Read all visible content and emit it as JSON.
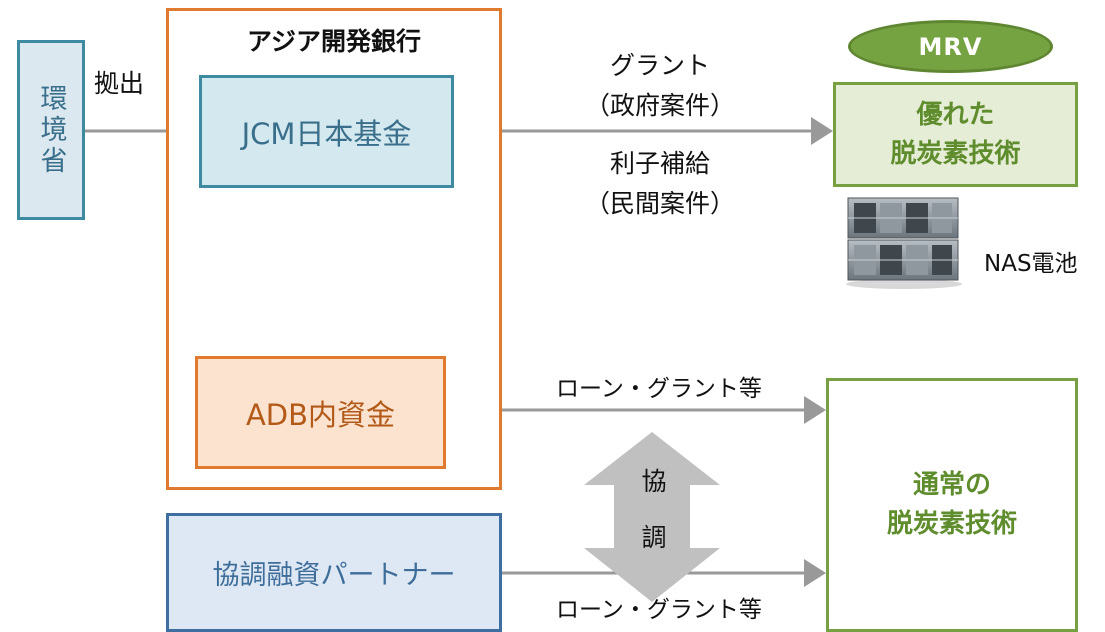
{
  "ministry": {
    "label": "環境省"
  },
  "disburse_label": "拠出",
  "adb": {
    "title": "アジア開発銀行",
    "jcm_fund": "JCM日本基金",
    "adb_funds": "ADB内資金"
  },
  "partner": {
    "label": "協調融資パートナー"
  },
  "jcm_flow": {
    "grant_line1": "グラント",
    "grant_line2": "（政府案件）",
    "interest_line1": "利子補給",
    "interest_line2": "（民間案件）"
  },
  "mrv": {
    "label": "MRV"
  },
  "excellent_tech": {
    "line1": "優れた",
    "line2": "脱炭素技術"
  },
  "nas": {
    "label": "NAS電池",
    "image_icon": "nas-battery-icon"
  },
  "loan_grant_label_upper": "ローン・グラント等",
  "loan_grant_label_lower": "ローン・グラント等",
  "cooperation": {
    "char1": "協",
    "char2": "調"
  },
  "normal_tech": {
    "line1": "通常の",
    "line2": "脱炭素技術"
  },
  "colors": {
    "teal": "#3e8aa0",
    "orange": "#e07a2e",
    "navy": "#3f6fa0",
    "green": "#77a042",
    "arrow": "#999999"
  }
}
